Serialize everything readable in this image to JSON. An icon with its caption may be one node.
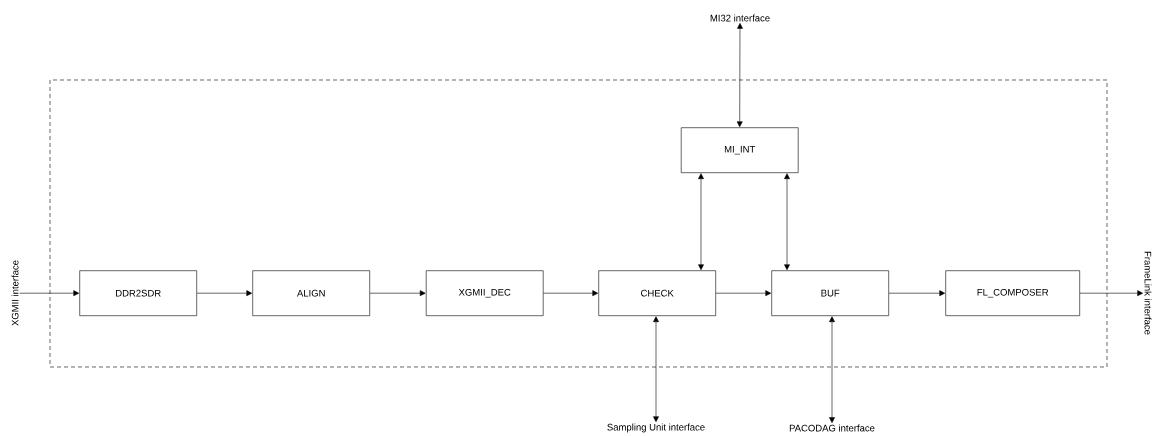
{
  "diagram": {
    "nodes": [
      {
        "text": [],
        "shape": "box"
      },
      {
        "text": [
          "MI32 interface"
        ]
      },
      {
        "text": [
          "MI_INT"
        ],
        "in": 0
      },
      {
        "text": [
          "XGMII interface"
        ]
      },
      {
        "text": [
          "DDR2SDR"
        ],
        "in": 0
      },
      {
        "text": [
          "ALIGN"
        ],
        "in": 0
      },
      {
        "text": [
          "XGMII_DEC"
        ],
        "in": 0
      },
      {
        "text": [
          "CHECK"
        ],
        "in": 0
      },
      {
        "text": [
          "BUF"
        ],
        "in": 0
      },
      {
        "text": [
          "FL_COMPOSER"
        ],
        "in": 0
      },
      {
        "text": [
          "FrameLink interface"
        ]
      },
      {
        "text": [
          "Sampling Unit interface"
        ]
      },
      {
        "text": [
          "PACODAG interface"
        ]
      }
    ],
    "edges": [
      {
        "from": 1,
        "to": 2,
        "arrow": "both"
      },
      {
        "from": 2,
        "to": 7,
        "arrow": "both"
      },
      {
        "from": 2,
        "to": 8,
        "arrow": "both"
      },
      {
        "from": 3,
        "to": 4,
        "arrow": "to"
      },
      {
        "from": 4,
        "to": 5,
        "arrow": "to"
      },
      {
        "from": 5,
        "to": 6,
        "arrow": "to"
      },
      {
        "from": 6,
        "to": 7,
        "arrow": "to"
      },
      {
        "from": 7,
        "to": 8,
        "arrow": "to"
      },
      {
        "from": 8,
        "to": 9,
        "arrow": "to"
      },
      {
        "from": 9,
        "to": 10,
        "arrow": "to"
      },
      {
        "from": 7,
        "to": 11,
        "arrow": "both"
      },
      {
        "from": 8,
        "to": 12,
        "arrow": "both"
      }
    ]
  }
}
